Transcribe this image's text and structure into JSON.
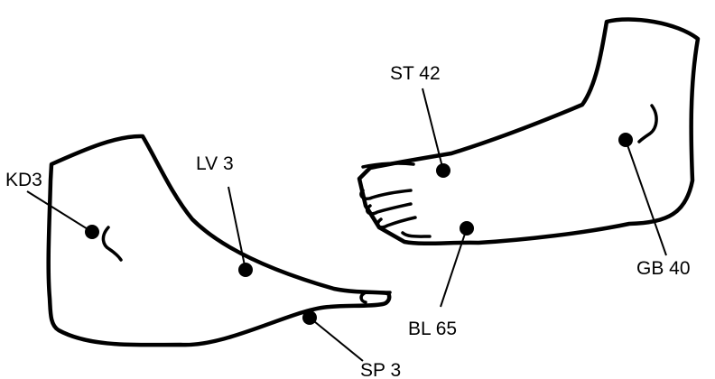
{
  "acupoints": [
    {
      "id": "kd3",
      "label": "KD3"
    },
    {
      "id": "lv3",
      "label": "LV 3"
    },
    {
      "id": "sp3",
      "label": "SP 3"
    },
    {
      "id": "st42",
      "label": "ST 42"
    },
    {
      "id": "gb40",
      "label": "GB 40"
    },
    {
      "id": "bl65",
      "label": "BL 65"
    }
  ]
}
